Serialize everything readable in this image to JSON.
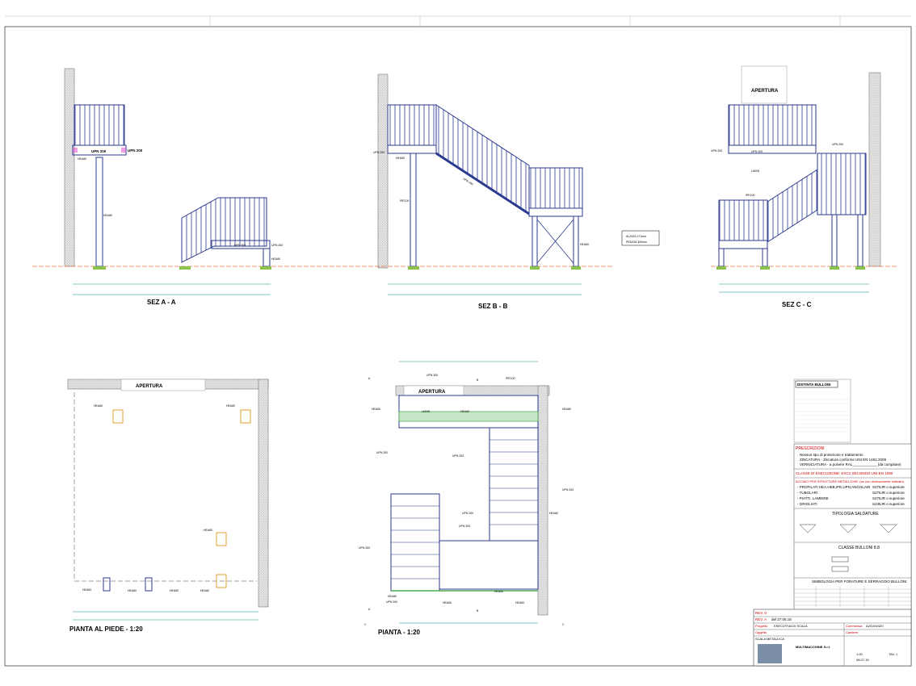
{
  "views": {
    "sez_aa": "SEZ A - A",
    "sez_bb": "SEZ B - B",
    "sez_cc": "SEZ C - C",
    "pianta_piede": "PIANTA AL PIEDE - 1:20",
    "pianta": "PIANTA - 1:20"
  },
  "labels": {
    "apertura": "APERTURA",
    "hea60": "HEA60",
    "heb60": "HEB60",
    "upn200": "UPN 200",
    "upn300": "UPN 300",
    "ipe100": "IPE100",
    "l60x5": "L60X5",
    "ipn200": "IPN 200",
    "alzata": "ALZATA 171mm",
    "pedata": "PEDATA 300mm",
    "hea60_7": "HEA60 7",
    "hea60_8": "HEA60 8",
    "hea60_9": "HEA60 9",
    "hea60_10": "HEA60 10",
    "hea60_6": "HEA60 6",
    "pianta_a": "A",
    "pianta_b": "B",
    "pianta_c": "C"
  },
  "distinta": {
    "title": "DISTINTA BULLONI",
    "prescrizioni": "PRESCRIZIONI",
    "p1": "Nessun tipo di protezione e trattamento",
    "p2": "ZINCATURA - Zincatura conforme UNI EN 1461:2009",
    "p3": "VERNICIATURA - a polvere RAL____________ (da compilare)",
    "classe_esec": "CLASSE DI ESECUZIONE: EXC2 SECONDO UNI-EN 1090",
    "acciai": "ACCIAIO PER STRUTTURE METALLICHE: (se non diversamente indicato)",
    "a1": "- PROFILATI HEA,HEB,IPE,UPN,ANGOLARI",
    "a1v": "S275JR o superiore",
    "a2": "- TUBOLARI",
    "a2v": "S275JR o superiore",
    "a3": "- PIATTI, LAMIERE",
    "a3v": "S275JR o superiore",
    "a4": "- GRIGLIATI",
    "a4v": "S235JR o superiore",
    "saldature": "TIPOLOGIA SALDATURE",
    "bulloni": "CLASSE BULLONI 8.8",
    "simbologia": "SIMBOLOGIA PER FORATURE E SERRAGGIO BULLONI"
  },
  "title_block": {
    "rev0": "REV. 0",
    "rev0_date": "",
    "revA": "REV. A",
    "revA_date": "del 27.06.15",
    "progetto_label": "Progetto",
    "progetto": "ESECUTIVA DI SCALA",
    "commessa_label": "Commessa",
    "commessa": "A2019/2420",
    "oggetto_label": "Oggetto",
    "oggetto": "SCALA METALLICA",
    "cantiere_label": "Cantiere",
    "company": "MULTIMACCHINE S.r.l.",
    "tav": "TAV. 1",
    "scala": "1:20",
    "data": "08.07.15"
  }
}
